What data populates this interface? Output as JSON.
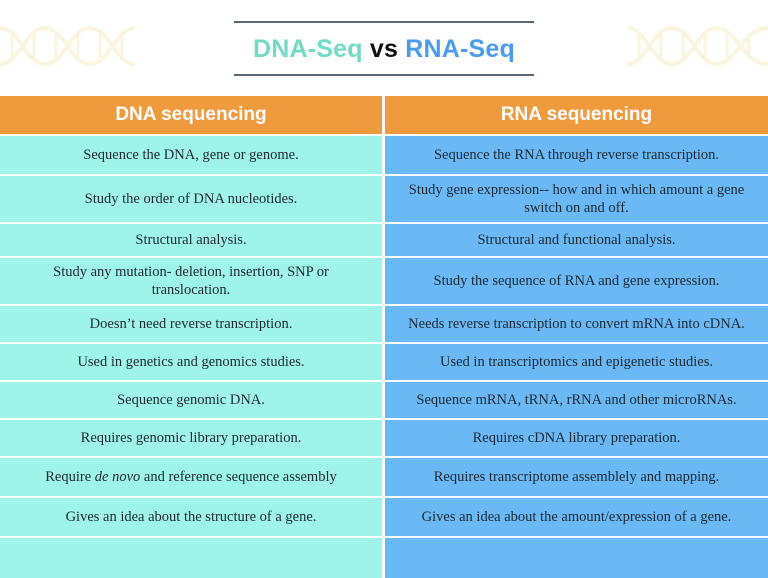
{
  "title": {
    "part1": "DNA-Seq",
    "vs": "vs",
    "part2": "RNA-Seq"
  },
  "colors": {
    "dna_title": "#6fdcc4",
    "rna_title": "#4a9cf2",
    "header_bg": "#f09a3e",
    "dna_cell_bg": "#9ef4e8",
    "rna_cell_bg": "#6ab8f4"
  },
  "table": {
    "headers": [
      "DNA sequencing",
      "RNA sequencing"
    ],
    "rows": [
      {
        "dna": "Sequence the DNA, gene or genome.",
        "rna": "Sequence the RNA through reverse transcription."
      },
      {
        "dna": "Study the order of DNA nucleotides.",
        "rna": "Study gene expression-- how and in which amount a gene switch on and off."
      },
      {
        "dna": "Structural analysis.",
        "rna": "Structural and functional analysis."
      },
      {
        "dna": "Study any mutation- deletion, insertion, SNP or translocation.",
        "rna": "Study the sequence of RNA and gene expression."
      },
      {
        "dna": "Doesn’t need reverse transcription.",
        "rna": "Needs reverse transcription to convert mRNA into cDNA."
      },
      {
        "dna": "Used in genetics and genomics studies.",
        "rna": "Used in transcriptomics and epigenetic studies."
      },
      {
        "dna": "Sequence genomic DNA.",
        "rna": "Sequence mRNA, tRNA, rRNA and other microRNAs."
      },
      {
        "dna": "Requires genomic library preparation.",
        "rna": "Requires cDNA library preparation."
      },
      {
        "dna_pre": "Require ",
        "dna_em": "de novo",
        "dna_post": " and reference sequence assembly",
        "rna": "Requires transcriptome assemblely and mapping."
      },
      {
        "dna": "Gives an idea about the structure of a gene.",
        "rna": "Gives an idea about the amount/expression of a gene."
      },
      {
        "dna": "",
        "rna": ""
      }
    ]
  }
}
